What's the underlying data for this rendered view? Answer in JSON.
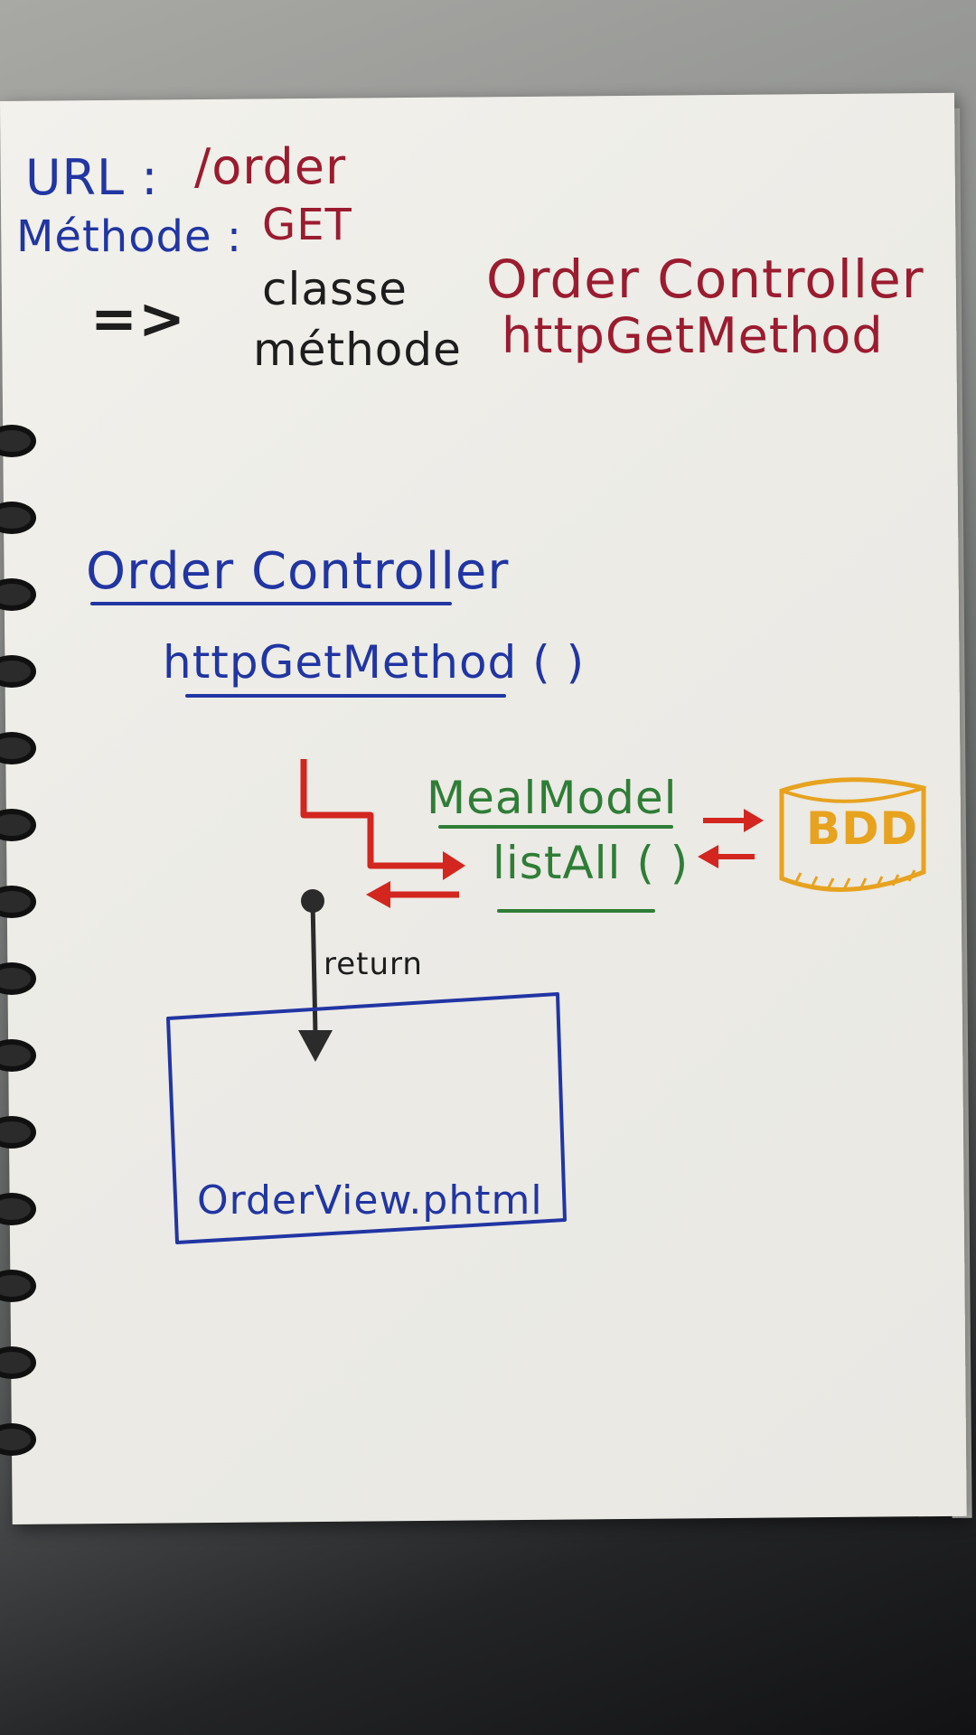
{
  "header": {
    "url_label": "URL :",
    "url_value": "/order",
    "method_label": "Méthode :",
    "method_value": "GET",
    "arrow": "=>",
    "class_label": "classe",
    "class_value": "Order Controller",
    "method2_label": "méthode",
    "method2_value": "httpGetMethod"
  },
  "diagram": {
    "controller_name": "Order Controller",
    "controller_method": "httpGetMethod ( )",
    "model_name": "MealModel",
    "model_method": "listAll ( )",
    "database_label": "BDD",
    "return_label": "return",
    "view_name": "OrderView.phtml"
  },
  "colors": {
    "blue_ink": "#2135a3",
    "red_ink": "#9b1b2f",
    "bright_red_ink": "#d2261f",
    "green_ink": "#2f7d37",
    "orange_ink": "#e7a21f",
    "black_ink": "#1d1d1d"
  }
}
